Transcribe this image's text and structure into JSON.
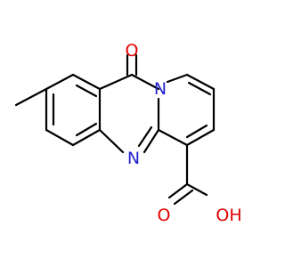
{
  "molecule": {
    "labels": {
      "carbonyl_oxygen": "O",
      "bridgehead_nitrogen": "N",
      "imine_nitrogen": "N",
      "acid_oxygen": "O",
      "hydroxyl": "OH"
    },
    "colors": {
      "bond": "#000000",
      "oxygen": "#e00000",
      "nitrogen": "#2222cc"
    }
  }
}
